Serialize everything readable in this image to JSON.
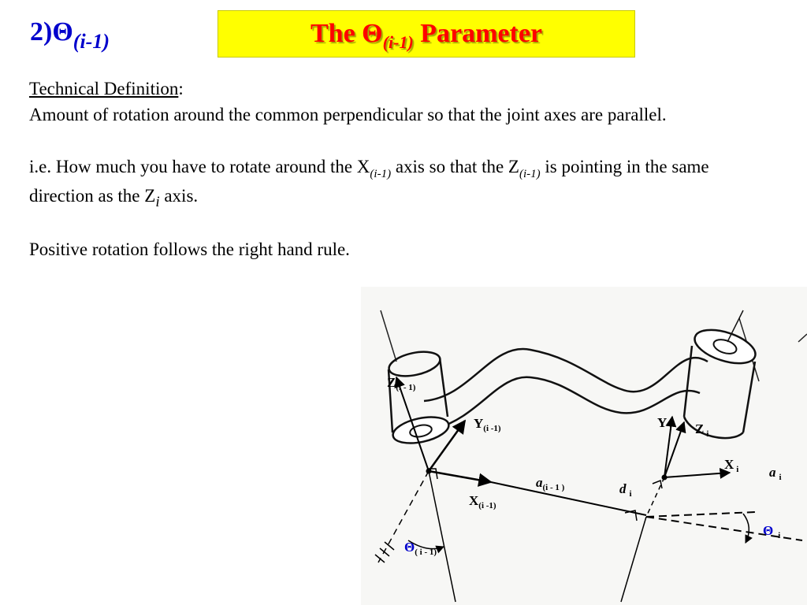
{
  "section": {
    "number": "2)",
    "symbol": "Θ",
    "subscript": "(i-1)"
  },
  "title": {
    "before": "The ",
    "symbol": "Θ",
    "subscript": "(i-1)",
    "after": " Parameter"
  },
  "colors": {
    "title_bg": "#ffff00",
    "title_text": "#ff0000",
    "section_label": "#0000cc"
  },
  "body": {
    "definition_heading": "Technical Definition",
    "definition_colon": ":",
    "definition_text": "Amount of rotation around the common perpendicular so that the joint axes are parallel.",
    "ie": {
      "part1": "i.e. How much you have to rotate around the X",
      "sub1": "(i-1)",
      "part2": " axis so that the Z",
      "sub2": "(i-1)",
      "part3": " is pointing in the same direction as the Z",
      "sub3": "i",
      "part4": " axis."
    },
    "rule": "Positive rotation follows the right hand rule."
  },
  "figure": {
    "z_prev": {
      "main": "Z",
      "sub": "(i - 1)"
    },
    "y_prev": {
      "main": "Y",
      "sub": "(i -1)"
    },
    "x_prev": {
      "main": "X",
      "sub": "(i -1)"
    },
    "a_prev": {
      "main": "a",
      "sub": "(i - 1 )"
    },
    "theta_prev": {
      "main": "Θ",
      "sub": "( i - 1)"
    },
    "y_i": {
      "main": "Y",
      "sub": "i"
    },
    "z_i": {
      "main": "Z",
      "sub": "i"
    },
    "x_i": {
      "main": "X",
      "sub": "i"
    },
    "a_i": {
      "main": "a",
      "sub": "i"
    },
    "d_i": {
      "main": "d",
      "sub": "i"
    },
    "theta_i": {
      "main": "Θ",
      "sub": "i"
    }
  }
}
